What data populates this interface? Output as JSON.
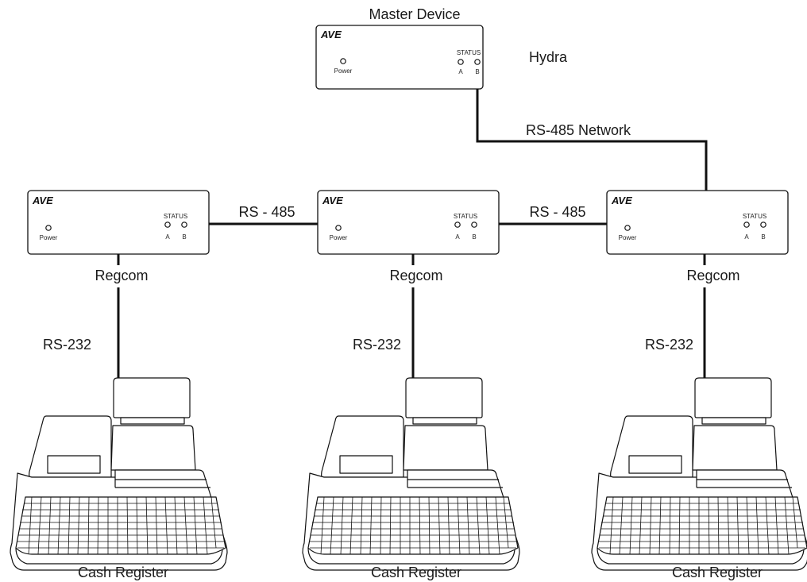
{
  "master": {
    "title": "Master Device",
    "name": "Hydra",
    "brand": "AVE",
    "power_label": "Power",
    "status_label": "STATUS",
    "led_a": "A",
    "led_b": "B"
  },
  "network_label": "RS-485 Network",
  "slaves": [
    {
      "brand": "AVE",
      "power_label": "Power",
      "status_label": "STATUS",
      "led_a": "A",
      "led_b": "B",
      "name": "Regcom",
      "serial_label": "RS-232",
      "register_label": "Cash Register"
    },
    {
      "brand": "AVE",
      "power_label": "Power",
      "status_label": "STATUS",
      "led_a": "A",
      "led_b": "B",
      "name": "Regcom",
      "serial_label": "RS-232",
      "register_label": "Cash Register"
    },
    {
      "brand": "AVE",
      "power_label": "Power",
      "status_label": "STATUS",
      "led_a": "A",
      "led_b": "B",
      "name": "Regcom",
      "serial_label": "RS-232",
      "register_label": "Cash Register"
    }
  ],
  "links": [
    {
      "label": "RS - 485"
    },
    {
      "label": "RS - 485"
    }
  ],
  "colors": {
    "line": "#111111",
    "background": "#ffffff"
  }
}
